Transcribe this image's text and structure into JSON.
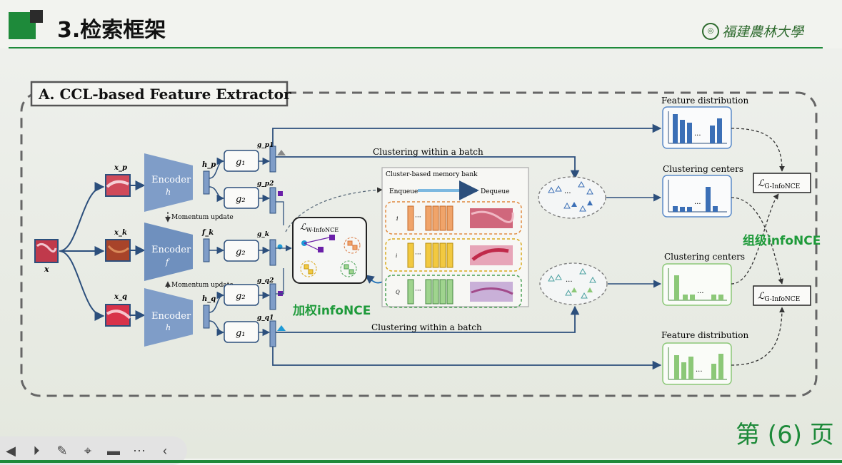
{
  "slide": {
    "title": "3.检索框架",
    "logo_text": "福建農林大學",
    "page_number": "第 (6) 页"
  },
  "diagram": {
    "section_title": "A. CCL-based Feature Extractor",
    "encoder_label": "Encoder",
    "encoder_h": "h",
    "encoder_f": "f",
    "momentum_update": "Momentum update",
    "input_x": "x",
    "x_p": "x_p",
    "x_k": "x_k",
    "x_q": "x_q",
    "h_p": "h_p",
    "f_k": "f_k",
    "h_q": "h_q",
    "g1": "g₁",
    "g2": "g₂",
    "g_p1": "g_p1",
    "g_p2": "g_p2",
    "g_k": "g_k",
    "g_q2": "g_q2",
    "g_q1": "g_q1",
    "clustering_batch_top": "Clustering within a batch",
    "clustering_batch_bottom": "Clustering within a batch",
    "memory_bank_title": "Cluster-based memory bank",
    "enqueue": "Enqueue",
    "dequeue": "Dequeue",
    "row_1": "1",
    "row_i": "i",
    "row_q": "Q",
    "w_infonce": "L_W-InfoNCE",
    "g_infonce_top": "L_G-InfoNCE",
    "g_infonce_bottom": "L_G-InfoNCE",
    "feature_distribution_top": "Feature distribution",
    "clustering_centers_top": "Clustering centers",
    "clustering_centers_bottom": "Clustering centers",
    "feature_distribution_bottom": "Feature distribution",
    "weighted_infonce_note": "加权infoNCE",
    "group_infonce_note": "组级infoNCE"
  },
  "colors": {
    "brand_green": "#1e8a3a",
    "encoder_blue": "#7f9dc8",
    "blue_bars": "#3b6fb6",
    "green_bars": "#8cc878",
    "orange": "#f0a46a",
    "yellow": "#f2c940",
    "green_box": "#9fd48e"
  },
  "toolbar": {
    "icons": [
      "prev-icon",
      "play-icon",
      "pen-icon",
      "screenshot-icon",
      "camera-icon",
      "more-icon",
      "collapse-icon"
    ]
  }
}
